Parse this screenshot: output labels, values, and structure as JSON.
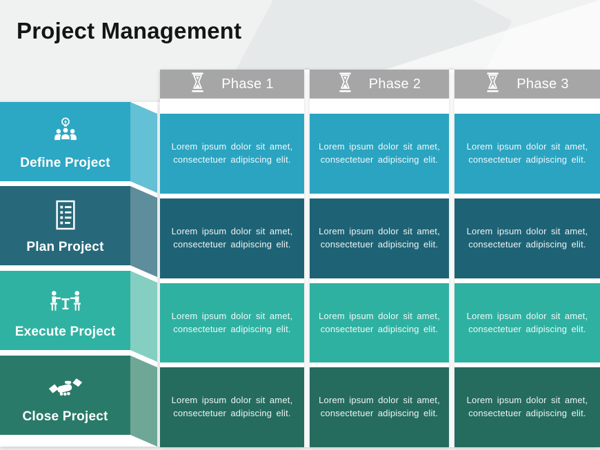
{
  "title": "Project Management",
  "columns": [
    {
      "label": "Phase 1",
      "icon": "hourglass-icon"
    },
    {
      "label": "Phase 2",
      "icon": "hourglass-icon"
    },
    {
      "label": "Phase 3",
      "icon": "hourglass-icon"
    }
  ],
  "rows": [
    {
      "label": "Define Project",
      "icon": "team-idea-icon",
      "colors": {
        "label": "#2CA7C4",
        "fold": "#63C0D5",
        "cell": "#2AA4C1"
      },
      "cells": [
        "Lorem ipsum dolor sit amet, consectetuer adipiscing elit.",
        "Lorem ipsum dolor sit amet, consectetuer adipiscing elit.",
        "Lorem ipsum dolor sit amet, consectetuer adipiscing elit."
      ]
    },
    {
      "label": "Plan Project",
      "icon": "checklist-document-icon",
      "colors": {
        "label": "#27697A",
        "fold": "#5E8D9B",
        "cell": "#1E6375"
      },
      "cells": [
        "Lorem ipsum dolor sit amet, consectetuer adipiscing elit.",
        "Lorem ipsum dolor sit amet, consectetuer adipiscing elit.",
        "Lorem ipsum dolor sit amet, consectetuer adipiscing elit."
      ]
    },
    {
      "label": "Execute Project",
      "icon": "meeting-icon",
      "colors": {
        "label": "#30B2A2",
        "fold": "#84CEC2",
        "cell": "#2FB1A2"
      },
      "cells": [
        "Lorem ipsum dolor sit amet, consectetuer adipiscing elit.",
        "Lorem ipsum dolor sit amet, consectetuer adipiscing elit.",
        "Lorem ipsum dolor sit amet, consectetuer adipiscing elit."
      ]
    },
    {
      "label": "Close Project",
      "icon": "handshake-icon",
      "colors": {
        "label": "#2A7A69",
        "fold": "#6FA797",
        "cell": "#256C5F"
      },
      "cells": [
        "Lorem ipsum dolor sit amet, consectetuer adipiscing elit.",
        "Lorem ipsum dolor sit amet, consectetuer adipiscing elit.",
        "Lorem ipsum dolor sit amet, consectetuer adipiscing elit."
      ]
    }
  ],
  "header_color": "#A6A6A6",
  "background_color": "#F0F1F1"
}
